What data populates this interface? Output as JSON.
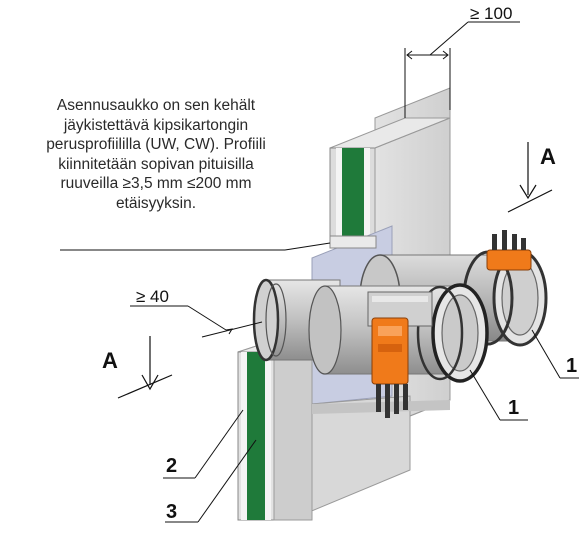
{
  "note": {
    "lines": [
      "Asennusaukko on sen kehält",
      "jäykistettävä kipsikartongin",
      "perusprofiililla (UW, CW). Profiili",
      "kiinnitetään sopivan pituisilla",
      "ruuveilla ≥3,5 mm ≤200 mm",
      "etäisyyksin."
    ]
  },
  "dimensions": {
    "top": "≥ 100",
    "left": "≥ 40"
  },
  "section_marks": {
    "right": "A",
    "left": "A"
  },
  "callouts": {
    "damper_front": "1",
    "damper_back": "1",
    "board": "2",
    "insulation": "3"
  },
  "colors": {
    "wall": "#d4d4d4",
    "insulation": "#1f7a3a",
    "duct": "#b8b8b8",
    "actuator": "#f07a1a",
    "opening": "#c8cde2"
  }
}
